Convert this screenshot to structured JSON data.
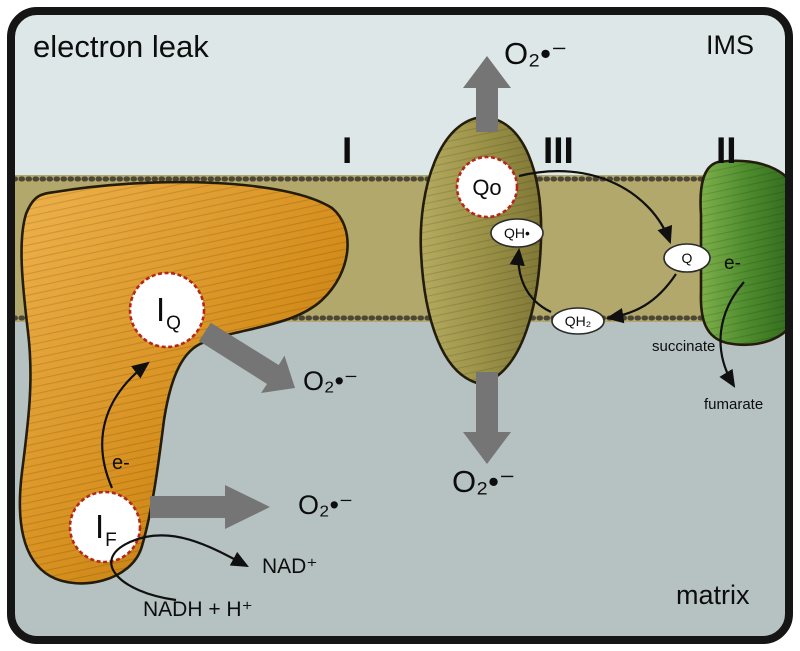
{
  "panel": {
    "title": "electron leak",
    "region_top": "IMS",
    "region_bottom": "matrix"
  },
  "complex1": {
    "numeral": "I",
    "site_iq": {
      "main": "I",
      "sub": "Q"
    },
    "site_if": {
      "main": "I",
      "sub": "F"
    },
    "electron_label": "e-",
    "nad_label": "NAD⁺",
    "nadh_label": "NADH + H⁺"
  },
  "complex3": {
    "numeral": "III",
    "site_qo": "Qo",
    "qh_radical": "QH•",
    "qh2": "QH₂"
  },
  "complex2": {
    "numeral": "II",
    "q": "Q",
    "electron_label": "e-",
    "succinate": "succinate",
    "fumarate": "fumarate"
  },
  "superoxide": {
    "top": "O₂•⁻",
    "from_iq": "O₂•⁻",
    "from_if": "O₂•⁻",
    "bottom": "O₂•⁻"
  },
  "colors": {
    "ims": "#dde7e8",
    "matrix": "#b6c2c2",
    "membrane": "#b2a86b",
    "membrane_dots": "#4c4636",
    "complex1_orange": "#d68f1d",
    "complex3_olive": "#9c9348",
    "complex2_green": "#4c8a2c",
    "arrow_gray": "#757575",
    "site_border_red": "#b5271b",
    "outline": "#241d0c"
  }
}
